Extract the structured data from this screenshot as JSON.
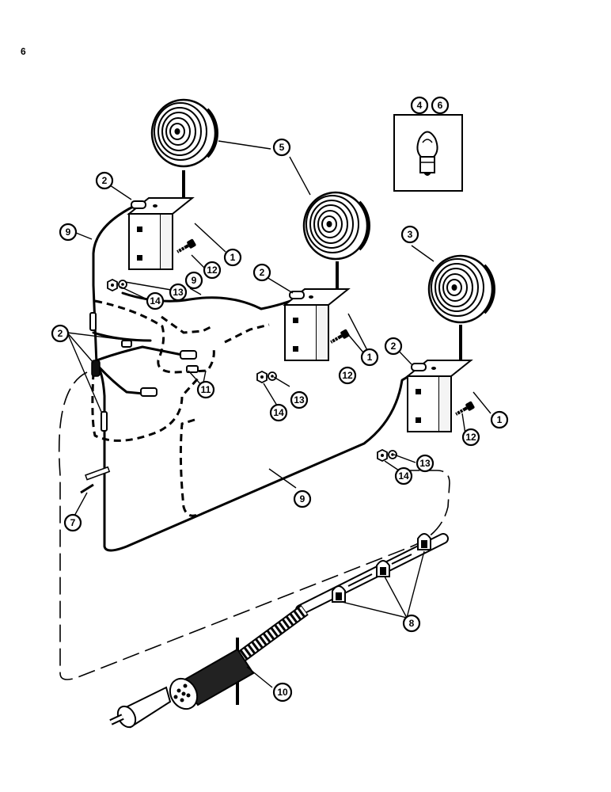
{
  "page_number": "6",
  "callouts": {
    "c1a": "1",
    "c1b": "1",
    "c1c": "1",
    "c2a": "2",
    "c2b": "2",
    "c2c": "2",
    "c2d": "2",
    "c3": "3",
    "c4": "4",
    "c5": "5",
    "c6": "6",
    "c7": "7",
    "c8": "8",
    "c9a": "9",
    "c9b": "9",
    "c9c": "9",
    "c10": "10",
    "c11": "11",
    "c12a": "12",
    "c12b": "12",
    "c12c": "12",
    "c13a": "13",
    "c13b": "13",
    "c13c": "13",
    "c14a": "14",
    "c14b": "14",
    "c14c": "14"
  }
}
